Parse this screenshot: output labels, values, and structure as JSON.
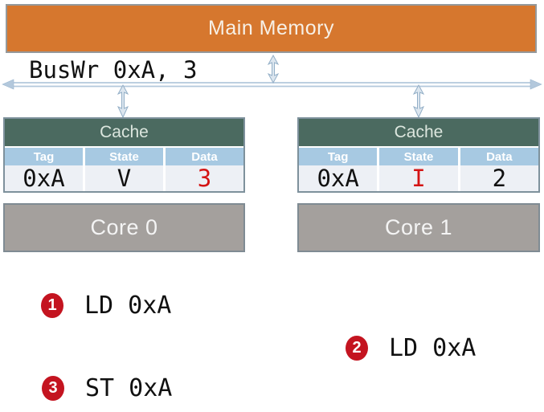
{
  "memory": {
    "label": "Main Memory"
  },
  "bus": {
    "transaction": "BusWr 0xA, 3"
  },
  "caches": [
    {
      "title": "Cache",
      "columns": [
        "Tag",
        "State",
        "Data"
      ],
      "row": {
        "tag": "0xA",
        "state": "V",
        "data": "3"
      },
      "state_color": "#111111",
      "data_color": "#d41414"
    },
    {
      "title": "Cache",
      "columns": [
        "Tag",
        "State",
        "Data"
      ],
      "row": {
        "tag": "0xA",
        "state": "I",
        "data": "2"
      },
      "state_color": "#d41414",
      "data_color": "#111111"
    }
  ],
  "cores": [
    {
      "label": "Core 0"
    },
    {
      "label": "Core 1"
    }
  ],
  "steps": [
    {
      "number": "1",
      "label": "LD 0xA"
    },
    {
      "number": "2",
      "label": "LD 0xA"
    },
    {
      "number": "3",
      "label": "ST 0xA"
    }
  ],
  "colors": {
    "memory_fill": "#d6772e",
    "cache_header_fill": "#4b6a60",
    "column_header_fill": "#a7c9e2",
    "row_fill": "#edf0f5",
    "core_fill": "#a4a09d",
    "highlight_red": "#d41414",
    "step_badge_red": "#c41420",
    "connector_blue": "#c9d9e8"
  }
}
